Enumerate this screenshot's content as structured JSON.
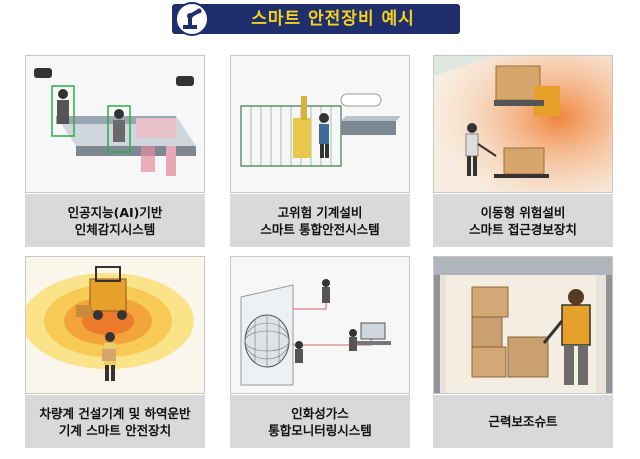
{
  "header": {
    "title": "스마트 안전장비 예시"
  },
  "cards": [
    {
      "lines": [
        "인공지능(AI)기반",
        "인체감지시스템"
      ]
    },
    {
      "lines": [
        "고위험 기계설비",
        "스마트 통합안전시스템"
      ]
    },
    {
      "lines": [
        "이동형 위험설비",
        "스마트 접근경보장치"
      ]
    },
    {
      "lines": [
        "차량계 건설기계 및 하역운반",
        "기계 스마트 안전장치"
      ]
    },
    {
      "lines": [
        "인화성가스",
        "통합모니터링시스템"
      ]
    },
    {
      "lines": [
        "근력보조슈트"
      ]
    }
  ],
  "colors": {
    "banner": "#1f2f6e",
    "title": "#f7d21c",
    "caption_bg": "#d9d9d9"
  }
}
